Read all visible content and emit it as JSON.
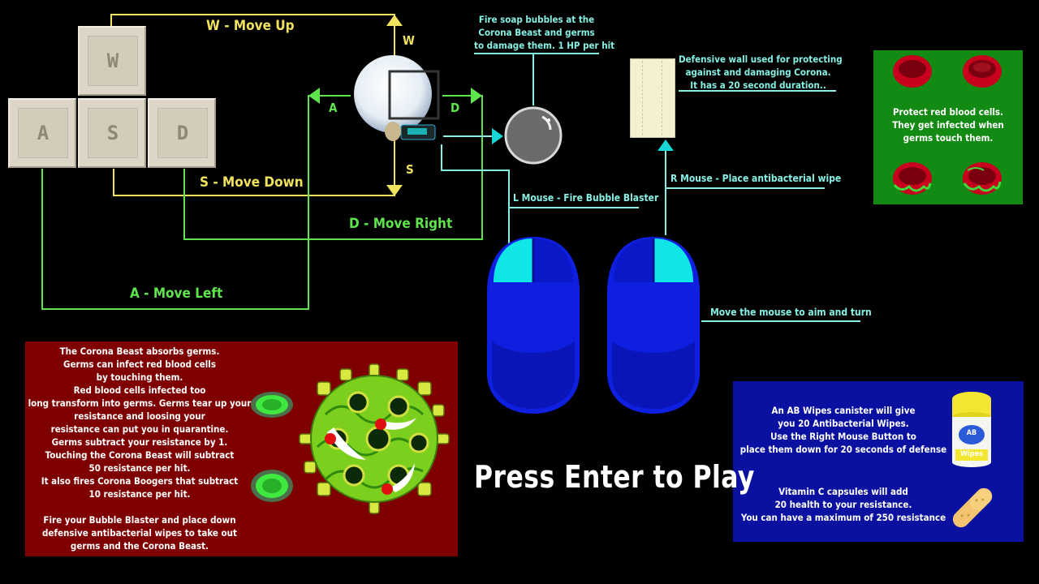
{
  "keys": {
    "w": "W",
    "a": "A",
    "s": "S",
    "d": "D"
  },
  "controls": {
    "w_move": "W - Move Up",
    "s_move": "S - Move Down",
    "d_move": "D - Move Right",
    "a_move": "A - Move Left",
    "w_arrow": "W",
    "a_arrow": "A",
    "s_arrow": "S",
    "d_arrow": "D",
    "left_mouse": "L Mouse - Fire Bubble Blaster",
    "right_mouse": "R Mouse - Place antibacterial wipe",
    "mouse_move": "Move the mouse to aim and turn"
  },
  "bubble_info": "Fire soap bubbles at the\nCorona Beast and germs\nto damage them. 1 HP per hit",
  "wall_info": "Defensive wall used for protecting\nagainst and damaging Corona.\nIt has a 20 second duration..",
  "rbc_panel": {
    "text": "Protect red blood cells.\nThey get infected when\ngerms touch them."
  },
  "corona_panel": {
    "text": "The Corona Beast absorbs germs.\nGerms can infect red blood cells\nby touching them.\nRed blood cells infected too\nlong transform into germs. Germs tear up your\nresistance and loosing your\nresistance can put you in quarantine.\nGerms subtract your resistance by 1.\nTouching the Corona Beast will subtract\n50 resistance per hit.\nIt also fires Corona Boogers that subtract\n10 resistance per hit.\n\nFire your Bubble Blaster and place down\ndefensive antibacterial wipes to take out\ngerms and the Corona Beast."
  },
  "items_panel": {
    "wipes_text": "An AB Wipes canister will give\nyou 20 Antibacterial Wipes.\nUse the Right Mouse Button to\nplace them down for 20 seconds of defense",
    "vitamin_text": "Vitamin C capsules will add\n20 health to your resistance.\nYou can have a maximum of 250 resistance",
    "canister_top": "AB",
    "canister_bottom": "Wipes"
  },
  "press_enter": "Press Enter to Play",
  "colors": {
    "yellow": "#f0e25c",
    "green": "#5fe44d",
    "cyan": "#86f0e4",
    "green_panel": "#138a13",
    "red_panel": "#7f0000",
    "blue_panel": "#0a10a0",
    "mouse_blue": "#0f1fe0",
    "mouse_cyan": "#10e6e6"
  }
}
